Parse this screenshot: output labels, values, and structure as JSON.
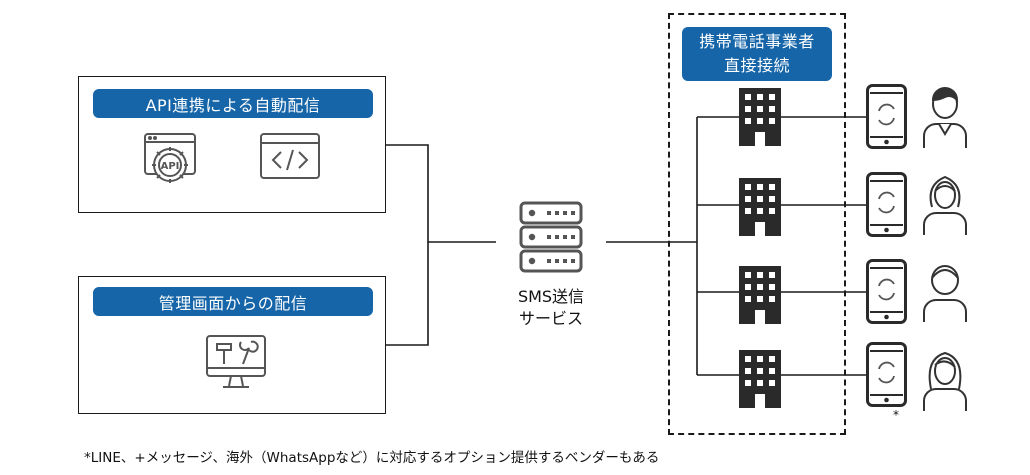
{
  "panels": {
    "api": {
      "title": "API連携による自動配信"
    },
    "admin": {
      "title": "管理画面からの配信"
    }
  },
  "sms_service": {
    "line1": "SMS送信",
    "line2": "サービス"
  },
  "carrier": {
    "line1": "携帯電話事業者",
    "line2": "直接接続"
  },
  "phone_note": "*",
  "footnote": "*LINE、+メッセージ、海外（WhatsAppなど）に対応するオプション提供するベンダーもある",
  "colors": {
    "accent": "#1565a8",
    "line": "#1a1a1a",
    "icon": "#555555"
  },
  "icons": [
    "api-gear-icon",
    "code-window-icon",
    "tools-monitor-icon",
    "server-icon",
    "building-icon",
    "smartphone-icon",
    "person-icon"
  ]
}
